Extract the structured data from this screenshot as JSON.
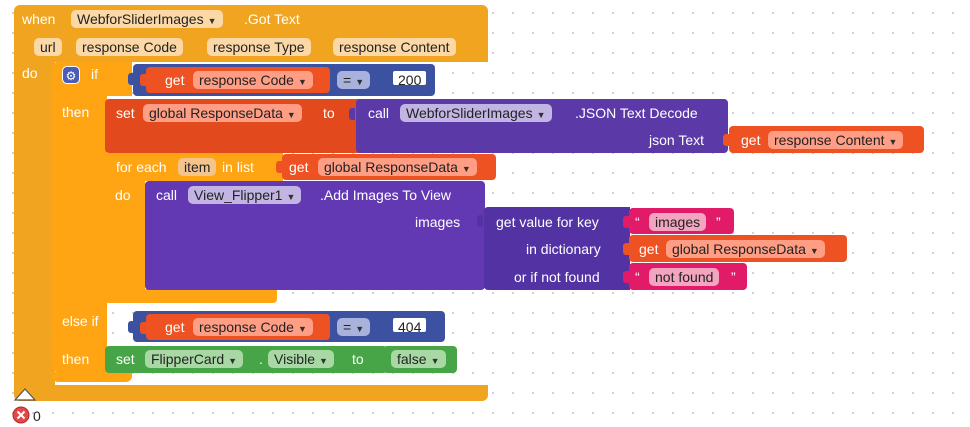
{
  "event": {
    "when": "when",
    "component": "WebforSliderImages",
    "event_name": ".Got Text",
    "params": [
      "url",
      "response Code",
      "response Type",
      "response Content"
    ],
    "do": "do"
  },
  "if1": {
    "if": "if",
    "get": "get",
    "var": "response Code",
    "op": "=",
    "value": "200",
    "then": "then"
  },
  "set1": {
    "set": "set",
    "var": "global ResponseData",
    "to": "to",
    "call": "call",
    "component": "WebforSliderImages",
    "method": ".JSON Text Decode",
    "arg_label": "json Text",
    "arg_get": "get",
    "arg_var": "response Content"
  },
  "foreach": {
    "label": "for each",
    "item": "item",
    "in_list": "in list",
    "get": "get",
    "var": "global ResponseData",
    "do": "do"
  },
  "call2": {
    "call": "call",
    "component": "View_Flipper1",
    "method": ".Add Images To View",
    "images_label": "images"
  },
  "lookup": {
    "label1": "get value for key",
    "key": "images",
    "label2": "in dictionary",
    "get": "get",
    "dict_var": "global ResponseData",
    "label3": "or if not found",
    "notfound": "not found"
  },
  "elseif": {
    "else_if": "else if",
    "get": "get",
    "var": "response Code",
    "op": "=",
    "value": "404",
    "then": "then"
  },
  "set2": {
    "set": "set",
    "component": "FlipperCard",
    "dot": ".",
    "prop": "Visible",
    "to": "to",
    "value": "false"
  },
  "status": {
    "error_count": "0"
  },
  "icons": {
    "dropdown": "caret-down-icon",
    "gear": "gear-icon",
    "error": "error-x-icon",
    "warning": "warning-triangle-icon"
  },
  "colors": {
    "event": "#f0a41f",
    "control": "#ffa412",
    "variable": "#ee5223",
    "procedure_call": "#6239b2",
    "math": "#3c52a0",
    "logic": "#47a547",
    "text": "#e11b68"
  }
}
